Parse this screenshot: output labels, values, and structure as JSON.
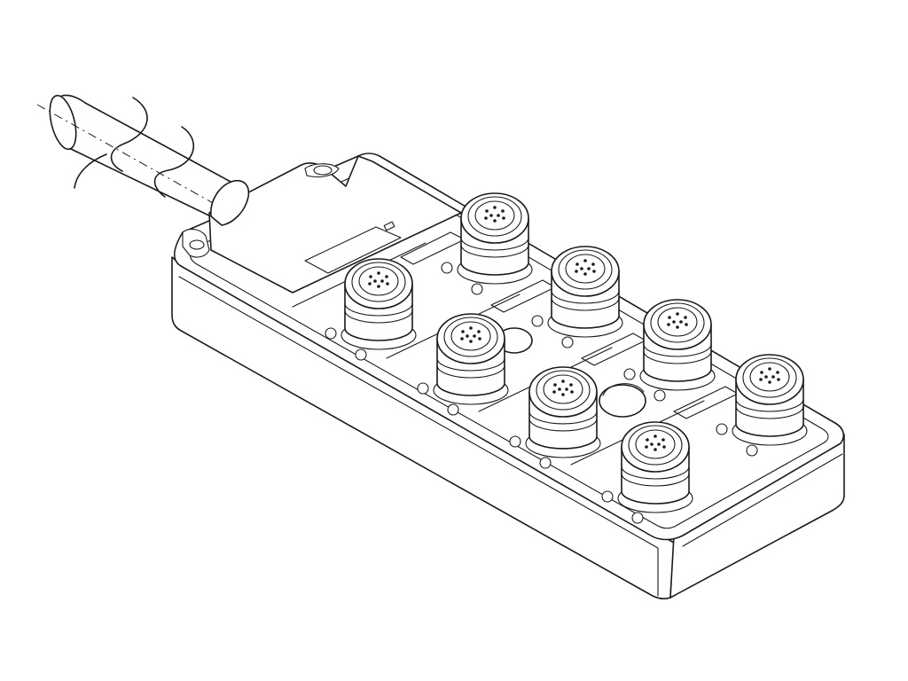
{
  "figure": {
    "subject": "",
    "colors": {
      "line": "#1a1a1a",
      "background": "#ffffff"
    }
  },
  "ports": [
    {
      "id": "port-1",
      "label": ""
    },
    {
      "id": "port-2",
      "label": ""
    },
    {
      "id": "port-3",
      "label": ""
    },
    {
      "id": "port-4",
      "label": ""
    },
    {
      "id": "port-5",
      "label": ""
    },
    {
      "id": "port-6",
      "label": ""
    },
    {
      "id": "port-7",
      "label": ""
    },
    {
      "id": "port-8",
      "label": ""
    }
  ]
}
